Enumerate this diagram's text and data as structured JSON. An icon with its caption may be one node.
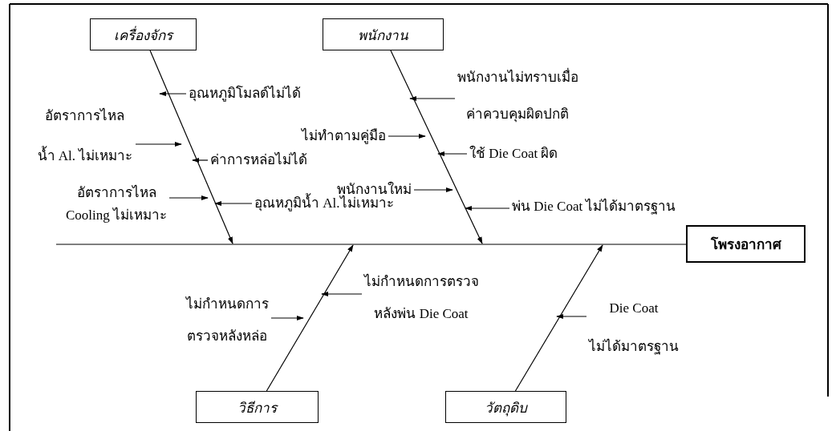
{
  "diagram": {
    "nodes": [
      {
        "text": [
          "เครื่องจักร"
        ]
      },
      {
        "text": [
          "พนักงาน"
        ]
      },
      {
        "text": [
          "โพรงอากาศ"
        ]
      },
      {
        "text": [
          "วิธีการ"
        ]
      },
      {
        "text": [
          "วัตถุดิบ"
        ]
      },
      {
        "text": [
          "อุณหภูมิโมลด์ไม่ได้"
        ]
      },
      {
        "text": [
          "อัตราการไหล น้ำ Al. ไม่เหมาะ"
        ]
      },
      {
        "text": [
          "ค่าการหล่อไม่ได้"
        ]
      },
      {
        "text": [
          "อัตราการไหล Cooling ไม่เหมาะ"
        ]
      },
      {
        "text": [
          "อุณหภูมิน้ำ Al.ไม่เหมาะ"
        ]
      },
      {
        "text": [
          "พนักงานไม่ทราบเมื่อ ค่าควบคุมผิดปกติ"
        ]
      },
      {
        "text": [
          "ไม่ทำตามคู่มือ"
        ]
      },
      {
        "text": [
          "ใช้ Die Coat ผิด"
        ]
      },
      {
        "text": [
          "พนักงานใหม่"
        ]
      },
      {
        "text": [
          "พ่น Die Coat ไม่ได้มาตรฐาน"
        ]
      },
      {
        "text": [
          "ไม่กำหนดการ ตรวจหลังหล่อ"
        ]
      },
      {
        "text": [
          "ไม่กำหนดการตรวจ หลังพ่น Die Coat"
        ]
      },
      {
        "text": [
          "Die Coat ไม่ได้มาตรฐาน"
        ]
      }
    ],
    "edges": [
      {
        "from": null,
        "to": 2,
        "arrow": "none"
      },
      {
        "from": 0,
        "to": null,
        "arrow": "to"
      },
      {
        "from": 1,
        "to": null,
        "arrow": "to"
      },
      {
        "from": 3,
        "to": null,
        "arrow": "to"
      },
      {
        "from": 4,
        "to": null,
        "arrow": "to"
      },
      {
        "from": 5,
        "to": null,
        "arrow": "to"
      },
      {
        "from": 6,
        "to": null,
        "arrow": "to"
      },
      {
        "from": 7,
        "to": null,
        "arrow": "to"
      },
      {
        "from": 8,
        "to": null,
        "arrow": "to"
      },
      {
        "from": 9,
        "to": null,
        "arrow": "to"
      },
      {
        "from": 10,
        "to": null,
        "arrow": "to"
      },
      {
        "from": 11,
        "to": null,
        "arrow": "to"
      },
      {
        "from": 12,
        "to": null,
        "arrow": "to"
      },
      {
        "from": 13,
        "to": null,
        "arrow": "to"
      },
      {
        "from": 14,
        "to": null,
        "arrow": "to"
      },
      {
        "from": 15,
        "to": null,
        "arrow": "to"
      },
      {
        "from": 16,
        "to": null,
        "arrow": "to"
      },
      {
        "from": 17,
        "to": null,
        "arrow": "to"
      }
    ]
  }
}
